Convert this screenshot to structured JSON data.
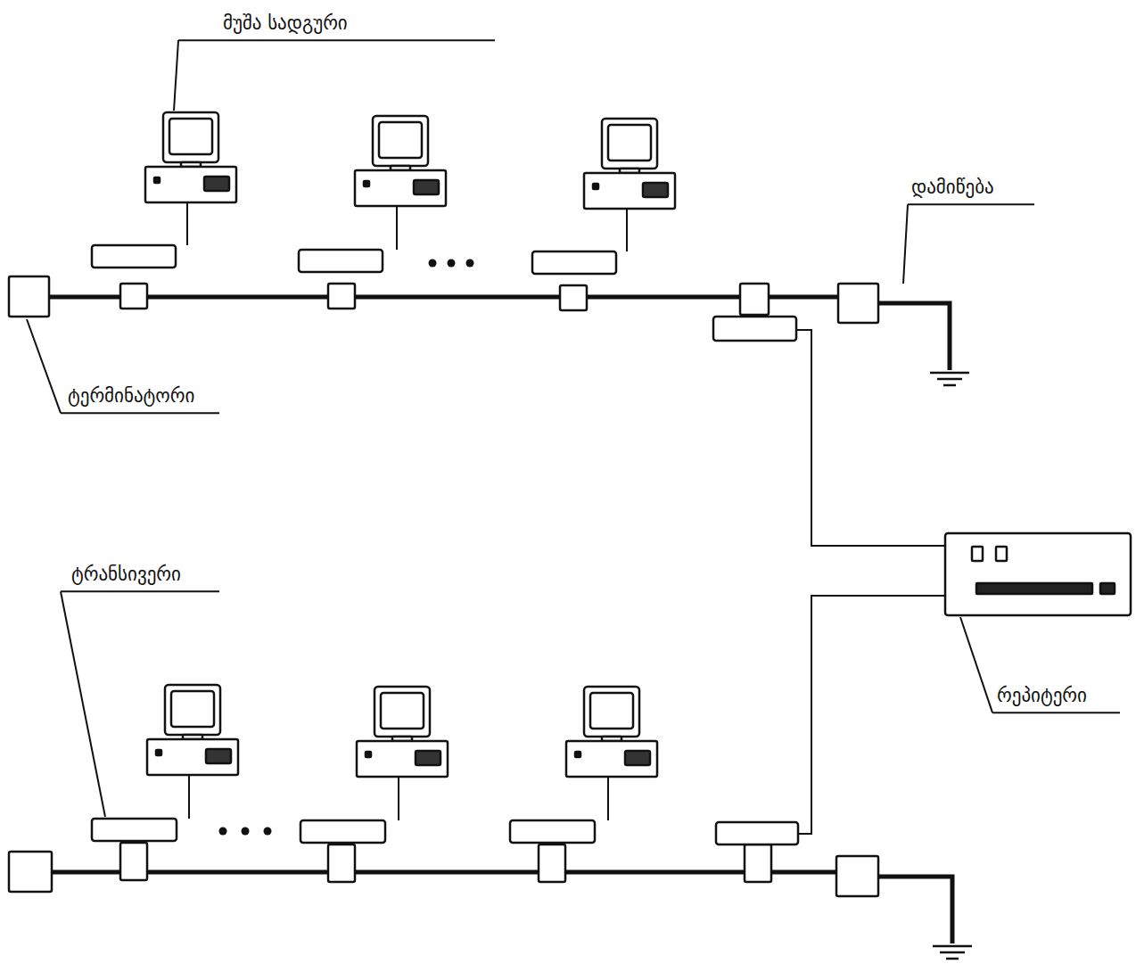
{
  "diagram": {
    "labels": [
      "მუშა სადგური",
      "დამიწება",
      "ტერმინატორი",
      "ტრანსივერი",
      "რეპიტერი"
    ]
  }
}
